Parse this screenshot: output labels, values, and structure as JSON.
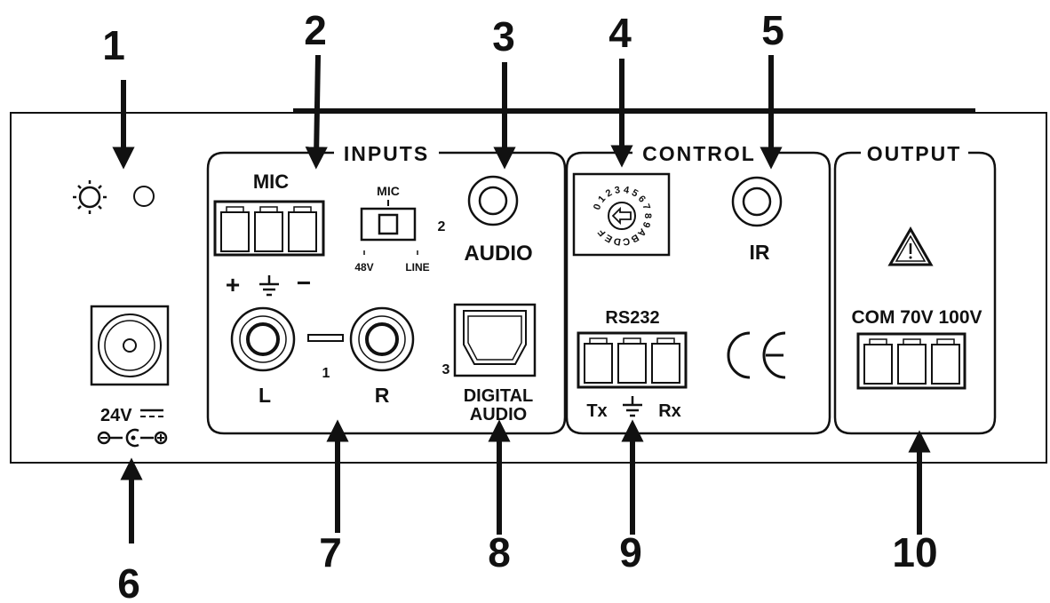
{
  "callouts": [
    "1",
    "2",
    "3",
    "4",
    "5",
    "6",
    "7",
    "8",
    "9",
    "10"
  ],
  "sections": {
    "inputs": "INPUTS",
    "control": "CONTROL",
    "output": "OUTPUT"
  },
  "inputs": {
    "mic_label": "MIC",
    "switch_label": "MIC",
    "switch_left": "48V",
    "switch_right": "LINE",
    "switch_number": "2",
    "mic_plus": "+",
    "mic_minus": "−",
    "audio_label": "AUDIO",
    "left_label": "L",
    "right_label": "R",
    "rca_number": "1",
    "digital_number": "3",
    "digital_line1": "DIGITAL",
    "digital_line2": "AUDIO"
  },
  "control": {
    "rotary_digits": "0123456789ABCDEF",
    "ir_label": "IR",
    "rs232_label": "RS232",
    "tx_label": "Tx",
    "rx_label": "Rx",
    "ce_mark": "CE"
  },
  "output": {
    "terminals_label": "COM 70V 100V"
  },
  "power": {
    "voltage_label": "24V"
  }
}
